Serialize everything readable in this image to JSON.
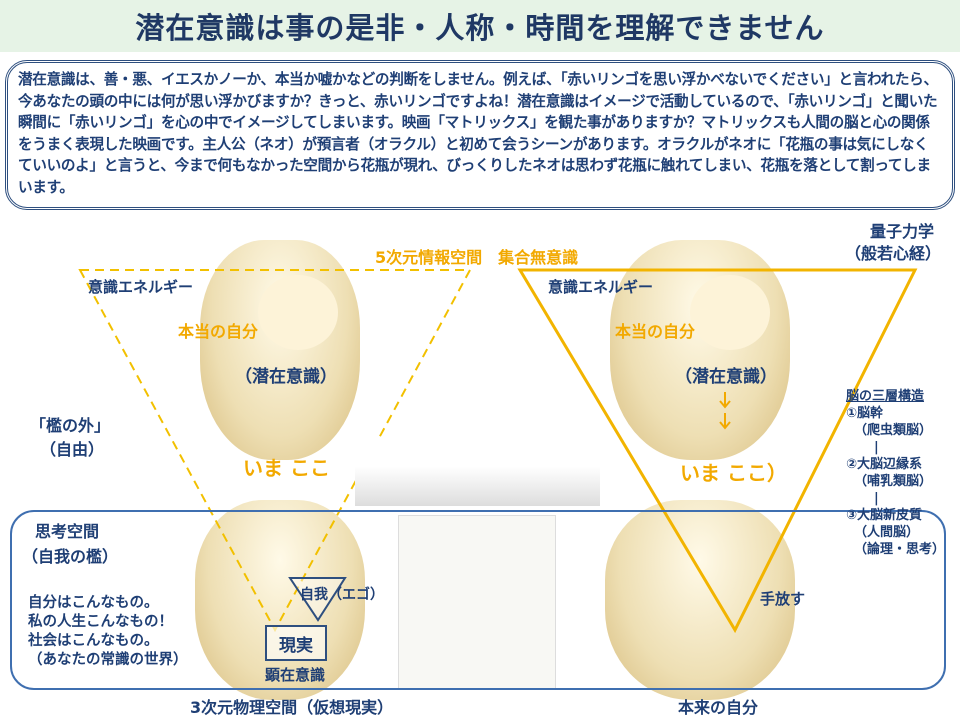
{
  "title": "潜在意識は事の是非・人称・時間を理解できません",
  "paragraph": "潜在意識は、善・悪、イエスかノーか、本当か嘘かなどの判断をしません。例えば、「赤いリンゴを思い浮かべないでください」と言われたら、今あなたの頭の中には何が思い浮かびますか？きっと、赤いリンゴですよね！潜在意識はイメージで活動しているので、「赤いリンゴ」と聞いた瞬間に「赤いリンゴ」を心の中でイメージしてしまいます。映画「マトリックス」を観た事がありますか？マトリックスも人間の脳と心の関係をうまく表現した映画です。主人公（ネオ）が預言者（オラクル）と初めて会うシーンがあります。オラクルがネオに「花瓶の事は気にしなくていいのよ」と言うと、今まで何もなかった空間から花瓶が現れ、びっくりしたネオは思わず花瓶に触れてしまい、花瓶を落として割ってしまいます。",
  "quantum": "量子力学",
  "hannya": "（般若心経）",
  "five_dim": "5次元情報空間　集合無意識",
  "energy_left": "意識エネルギー",
  "energy_right": "意識エネルギー",
  "true_self_left": "本当の自分",
  "true_self_right": "本当の自分",
  "subconscious_left": "（潜在意識）",
  "subconscious_right": "（潜在意識）",
  "outside_cage": "「檻の外」",
  "freedom": "（自由）",
  "imakoko_left": "いま ここ",
  "imakoko_right": "いま ここ）",
  "brain_title": "脳の三層構造",
  "brain": [
    "①脳幹",
    "（爬虫類脳）",
    "|",
    "②大脳辺縁系",
    "（哺乳類脳）",
    "|",
    "③大脳新皮質",
    "（人間脳）",
    "（論理・思考）"
  ],
  "thinking_space": "思考空間",
  "ego_cage": "（自我の檻）",
  "beliefs": [
    "自分はこんなもの。",
    "私の人生こんなもの！",
    "社会はこんなもの。",
    "（あなたの常識の世界）"
  ],
  "ego": "自我（エゴ）",
  "reality": "現実",
  "conscious": "顕在意識",
  "let_go": "手放す",
  "three_dim": "3次元物理空間（仮想現実）",
  "original_self": "本来の自分",
  "colors": {
    "navy": "#1f3f75",
    "orange": "#f2a900",
    "box": "#3f6fb0"
  }
}
